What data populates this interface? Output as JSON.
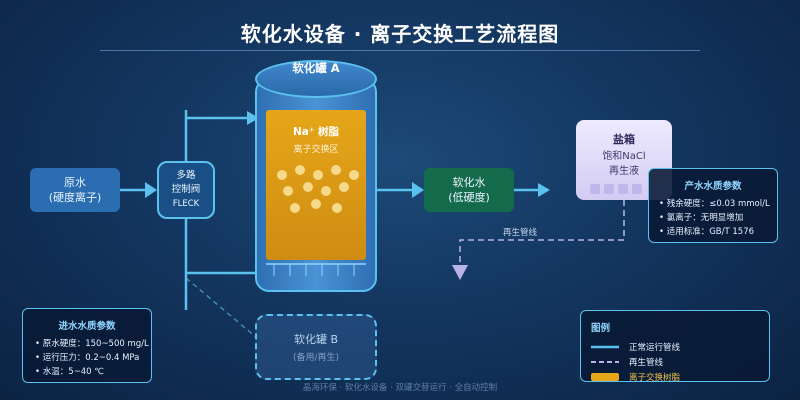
{
  "title": "软化水设备 · 离子交换工艺流程图",
  "nodes": {
    "raw_water": {
      "line1": "原水",
      "line2": "(硬度离子)"
    },
    "valve": {
      "line1": "多路",
      "line2": "控制阀",
      "line3": "FLECK"
    },
    "tank_a": {
      "label": "软化罐 A",
      "resin_title": "Na⁺ 树脂",
      "resin_sub": "离子交换区"
    },
    "soft_water": {
      "line1": "软化水",
      "line2": "(低硬度)"
    },
    "brine_tank": {
      "title": "盐箱",
      "line1": "饱和NaCl",
      "line2": "再生液"
    },
    "tank_b": {
      "label": "软化罐 B",
      "note": "(备用/再生)"
    }
  },
  "edges": {
    "regen_label": "再生管线"
  },
  "output_panel": {
    "title": "产水水质参数",
    "rows": [
      "• 残余硬度：≤0.03 mmol/L",
      "• 氯离子：无明显增加",
      "• 适用标准：GB/T 1576"
    ]
  },
  "input_panel": {
    "title": "进水水质参数",
    "rows": [
      "• 原水硬度：150~500 mg/L",
      "• 运行压力：0.2~0.4 MPa",
      "• 水温：5~40 ℃"
    ]
  },
  "legend": {
    "title": "图例",
    "items": [
      {
        "label": "正常运行管线",
        "color": "#5bc2f0"
      },
      {
        "label": "再生管线",
        "color": "#b9b3e8"
      },
      {
        "label": "离子交换树脂",
        "color": "#e5a619"
      }
    ]
  },
  "footer": "晶海环保 · 软化水设备 · 双罐交替运行 · 全自动控制",
  "colors": {
    "pipe": "#5bc2f0",
    "regen": "#b9b3e8",
    "resin": "#e5a619",
    "title": "#ffffff",
    "panel_title": "#8fd5ff"
  }
}
